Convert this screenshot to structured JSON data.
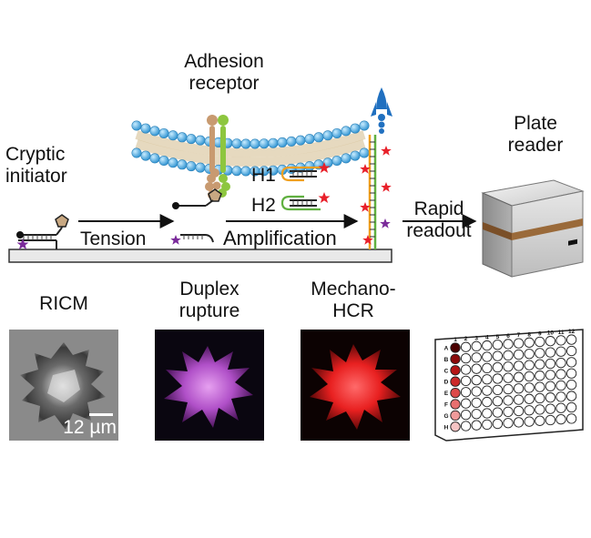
{
  "labels": {
    "adhesion_receptor": "Adhesion\nreceptor",
    "cryptic_initiator": "Cryptic\ninitiator",
    "tension": "Tension",
    "amplification": "Amplification",
    "h1": "H1",
    "h2": "H2",
    "rapid_readout": "Rapid\nreadout",
    "plate_reader": "Plate\nreader"
  },
  "panels": {
    "ricm": "RICM",
    "duplex_rupture": "Duplex\nrupture",
    "mechano_hcr": "Mechano-\nHCR",
    "scale_bar": "12 µm"
  },
  "plate": {
    "columns": [
      "1",
      "2",
      "3",
      "4",
      "5",
      "6",
      "7",
      "8",
      "9",
      "10",
      "11",
      "12"
    ],
    "rows": [
      "A",
      "B",
      "C",
      "D",
      "E",
      "F",
      "G",
      "H"
    ],
    "column1_colors": [
      "#4a0000",
      "#8b0a0a",
      "#b51515",
      "#cc2a2a",
      "#dd4a4a",
      "#e87070",
      "#f09a9a",
      "#f6c4c4"
    ]
  },
  "colors": {
    "lipid_head": "#5ab8e8",
    "receptor_tan": "#c89a70",
    "receptor_green": "#8dc63f",
    "star_red": "#e8202a",
    "star_purple": "#7a2a9a",
    "rocket_blue": "#2070c0",
    "hairpin_orange": "#f0a020",
    "hairpin_green": "#60b040",
    "purple_cell": "#b050c8",
    "red_cell": "#e82020",
    "reader_band": "#9a6a3a"
  }
}
